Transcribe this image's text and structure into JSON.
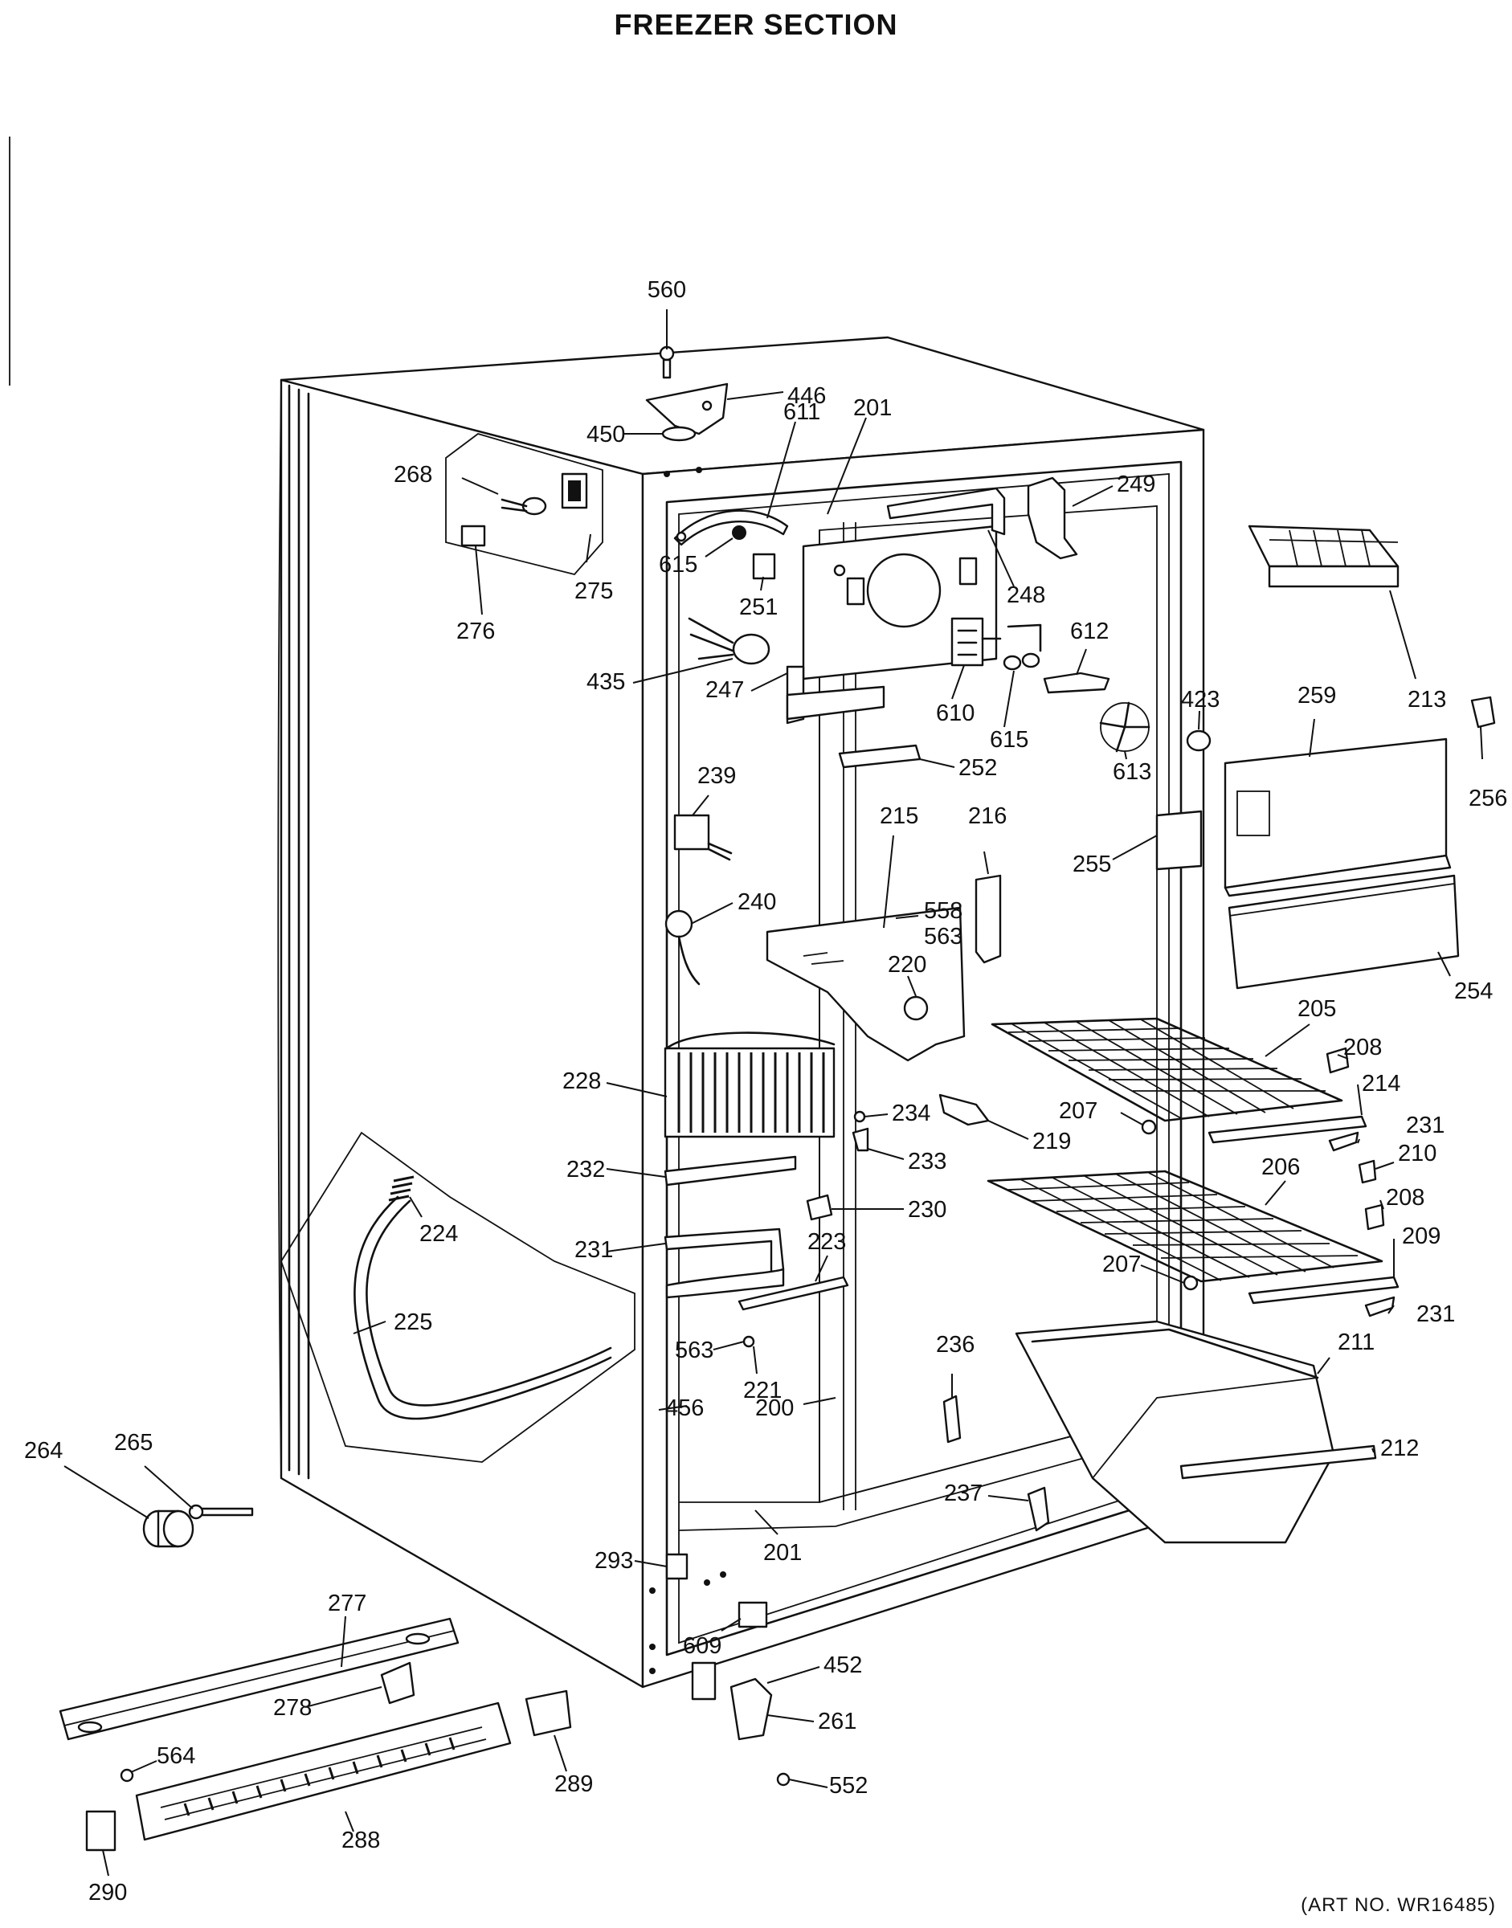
{
  "title": "FREEZER SECTION",
  "art_number": "(ART NO. WR16485)",
  "callouts": [
    {
      "id": "560",
      "label": "560"
    },
    {
      "id": "446",
      "label": "446"
    },
    {
      "id": "450",
      "label": "450"
    },
    {
      "id": "611",
      "label": "611"
    },
    {
      "id": "201a",
      "label": "201"
    },
    {
      "id": "268",
      "label": "268"
    },
    {
      "id": "249",
      "label": "249"
    },
    {
      "id": "615a",
      "label": "615"
    },
    {
      "id": "251",
      "label": "251"
    },
    {
      "id": "275",
      "label": "275"
    },
    {
      "id": "276",
      "label": "276"
    },
    {
      "id": "248",
      "label": "248"
    },
    {
      "id": "213",
      "label": "213"
    },
    {
      "id": "612",
      "label": "612"
    },
    {
      "id": "435",
      "label": "435"
    },
    {
      "id": "247",
      "label": "247"
    },
    {
      "id": "610",
      "label": "610"
    },
    {
      "id": "615b",
      "label": "615"
    },
    {
      "id": "423",
      "label": "423"
    },
    {
      "id": "259",
      "label": "259"
    },
    {
      "id": "613",
      "label": "613"
    },
    {
      "id": "256",
      "label": "256"
    },
    {
      "id": "252",
      "label": "252"
    },
    {
      "id": "239",
      "label": "239"
    },
    {
      "id": "215",
      "label": "215"
    },
    {
      "id": "216",
      "label": "216"
    },
    {
      "id": "255",
      "label": "255"
    },
    {
      "id": "240",
      "label": "240"
    },
    {
      "id": "558",
      "label": "558"
    },
    {
      "id": "563a",
      "label": "563"
    },
    {
      "id": "220",
      "label": "220"
    },
    {
      "id": "254",
      "label": "254"
    },
    {
      "id": "205",
      "label": "205"
    },
    {
      "id": "208a",
      "label": "208"
    },
    {
      "id": "228",
      "label": "228"
    },
    {
      "id": "234",
      "label": "234"
    },
    {
      "id": "214",
      "label": "214"
    },
    {
      "id": "207a",
      "label": "207"
    },
    {
      "id": "231a",
      "label": "231"
    },
    {
      "id": "219",
      "label": "219"
    },
    {
      "id": "233",
      "label": "233"
    },
    {
      "id": "210",
      "label": "210"
    },
    {
      "id": "232",
      "label": "232"
    },
    {
      "id": "206",
      "label": "206"
    },
    {
      "id": "208b",
      "label": "208"
    },
    {
      "id": "230",
      "label": "230"
    },
    {
      "id": "224",
      "label": "224"
    },
    {
      "id": "231b",
      "label": "231"
    },
    {
      "id": "223",
      "label": "223"
    },
    {
      "id": "209",
      "label": "209"
    },
    {
      "id": "207b",
      "label": "207"
    },
    {
      "id": "231c",
      "label": "231"
    },
    {
      "id": "225",
      "label": "225"
    },
    {
      "id": "563b",
      "label": "563"
    },
    {
      "id": "221",
      "label": "221"
    },
    {
      "id": "236",
      "label": "236"
    },
    {
      "id": "211",
      "label": "211"
    },
    {
      "id": "456",
      "label": "456"
    },
    {
      "id": "200",
      "label": "200"
    },
    {
      "id": "264",
      "label": "264"
    },
    {
      "id": "265",
      "label": "265"
    },
    {
      "id": "212",
      "label": "212"
    },
    {
      "id": "237",
      "label": "237"
    },
    {
      "id": "201b",
      "label": "201"
    },
    {
      "id": "293",
      "label": "293"
    },
    {
      "id": "277",
      "label": "277"
    },
    {
      "id": "609",
      "label": "609"
    },
    {
      "id": "452",
      "label": "452"
    },
    {
      "id": "278",
      "label": "278"
    },
    {
      "id": "261",
      "label": "261"
    },
    {
      "id": "564",
      "label": "564"
    },
    {
      "id": "289",
      "label": "289"
    },
    {
      "id": "552",
      "label": "552"
    },
    {
      "id": "288",
      "label": "288"
    },
    {
      "id": "290",
      "label": "290"
    }
  ]
}
